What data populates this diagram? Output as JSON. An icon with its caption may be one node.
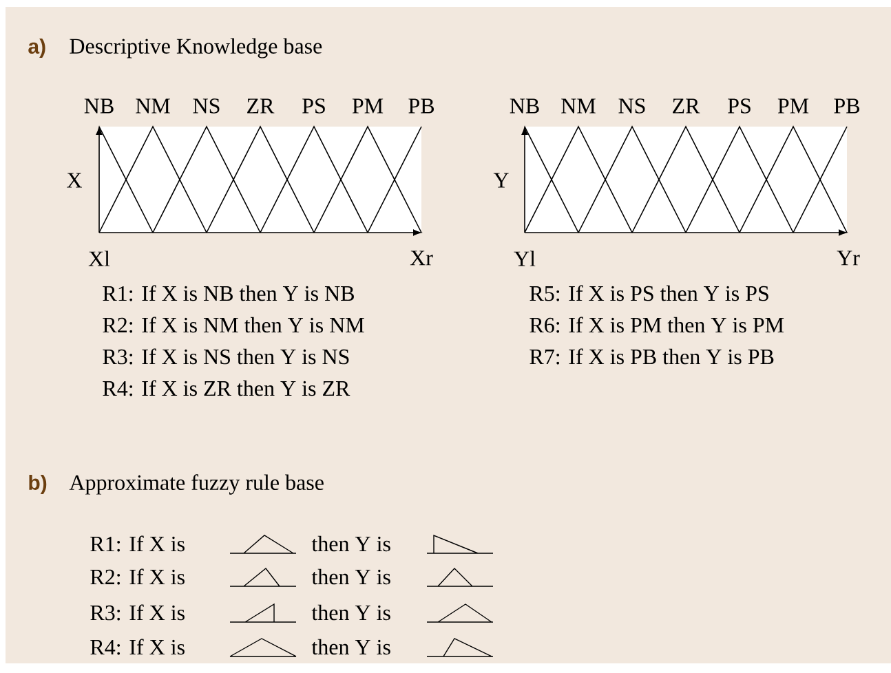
{
  "diagram": {
    "labels": [
      "a)",
      "Descriptive Knowledge base",
      "NB",
      "NM",
      "NS",
      "ZR",
      "PS",
      "PM",
      "PB",
      "NB",
      "NM",
      "NS",
      "ZR",
      "PS",
      "PM",
      "PB",
      "X",
      "Y",
      "Xl",
      "Xr",
      "Yl",
      "Yr",
      "R1: If X is NB then Y is NB",
      "R5: If X is PS then Y is PS",
      "R2: If X is NM then Y is NM",
      "R6: If X is PM then Y is PM",
      "R3: If X is NS then Y is NS",
      "R7: If X is PB then Y is PB",
      "R4: If X is ZR then Y is ZR",
      "b)",
      "Approximate fuzzy rule base",
      "R1: If X is",
      "then Y is",
      "R2: If X is",
      "then Y is",
      "R3: If X is",
      "then Y is",
      "R4: If X is",
      "then Y is"
    ]
  }
}
